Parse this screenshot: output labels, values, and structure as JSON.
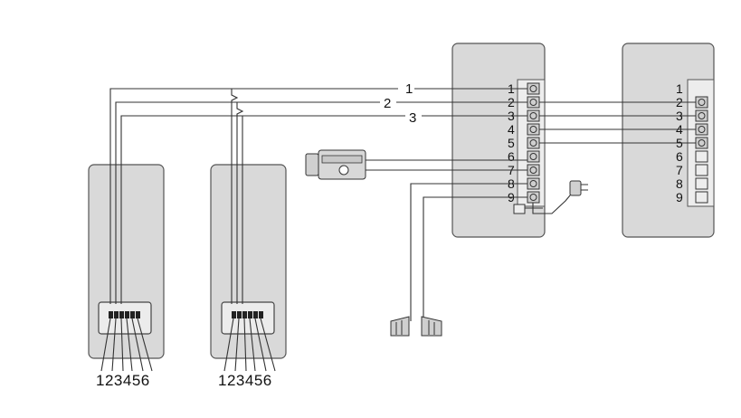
{
  "diagram": {
    "wire_labels": [
      "1",
      "2",
      "3"
    ],
    "left_panel_terminals": "123456",
    "right_panel_terminals": "123456",
    "monitor_terminals": [
      "1",
      "2",
      "3",
      "4",
      "5",
      "6",
      "7",
      "8",
      "9"
    ],
    "extension_terminals": [
      "1",
      "2",
      "3",
      "4",
      "5",
      "6",
      "7",
      "8",
      "9"
    ],
    "icons": {
      "lock": "electric-lock-icon",
      "power": "power-adapter-icon",
      "gate": "gate-icon"
    }
  }
}
